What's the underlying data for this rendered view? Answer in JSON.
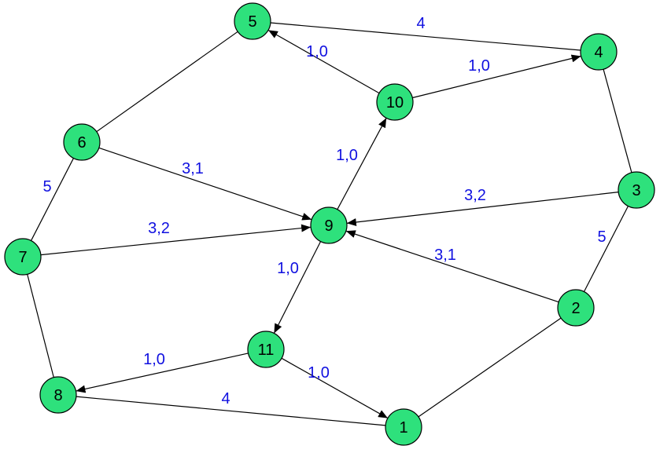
{
  "colors": {
    "node_fill": "#2ee17c",
    "node_stroke": "#000000",
    "edge": "#000000",
    "edge_label": "#1010e0",
    "background": "#ffffff"
  },
  "nodes": [
    {
      "id": "1",
      "label": "1"
    },
    {
      "id": "2",
      "label": "2"
    },
    {
      "id": "3",
      "label": "3"
    },
    {
      "id": "4",
      "label": "4"
    },
    {
      "id": "5",
      "label": "5"
    },
    {
      "id": "6",
      "label": "6"
    },
    {
      "id": "7",
      "label": "7"
    },
    {
      "id": "8",
      "label": "8"
    },
    {
      "id": "9",
      "label": "9"
    },
    {
      "id": "10",
      "label": "10"
    },
    {
      "id": "11",
      "label": "11"
    }
  ],
  "edges": [
    {
      "from": "5",
      "to": "4",
      "directed": false,
      "label": "4"
    },
    {
      "from": "10",
      "to": "5",
      "directed": true,
      "label": "1,0"
    },
    {
      "from": "10",
      "to": "4",
      "directed": true,
      "label": "1,0"
    },
    {
      "from": "6",
      "to": "5",
      "directed": false,
      "label": ""
    },
    {
      "from": "4",
      "to": "3",
      "directed": false,
      "label": ""
    },
    {
      "from": "9",
      "to": "10",
      "directed": true,
      "label": "1,0"
    },
    {
      "from": "6",
      "to": "9",
      "directed": true,
      "label": "3,1"
    },
    {
      "from": "6",
      "to": "7",
      "directed": false,
      "label": "5"
    },
    {
      "from": "3",
      "to": "9",
      "directed": true,
      "label": "3,2"
    },
    {
      "from": "7",
      "to": "9",
      "directed": true,
      "label": "3,2"
    },
    {
      "from": "2",
      "to": "3",
      "directed": false,
      "label": "5"
    },
    {
      "from": "2",
      "to": "9",
      "directed": true,
      "label": "3,1"
    },
    {
      "from": "9",
      "to": "11",
      "directed": true,
      "label": "1,0"
    },
    {
      "from": "7",
      "to": "8",
      "directed": false,
      "label": ""
    },
    {
      "from": "11",
      "to": "8",
      "directed": true,
      "label": "1,0"
    },
    {
      "from": "11",
      "to": "1",
      "directed": true,
      "label": "1,0"
    },
    {
      "from": "8",
      "to": "1",
      "directed": false,
      "label": "4"
    },
    {
      "from": "1",
      "to": "2",
      "directed": false,
      "label": ""
    }
  ]
}
